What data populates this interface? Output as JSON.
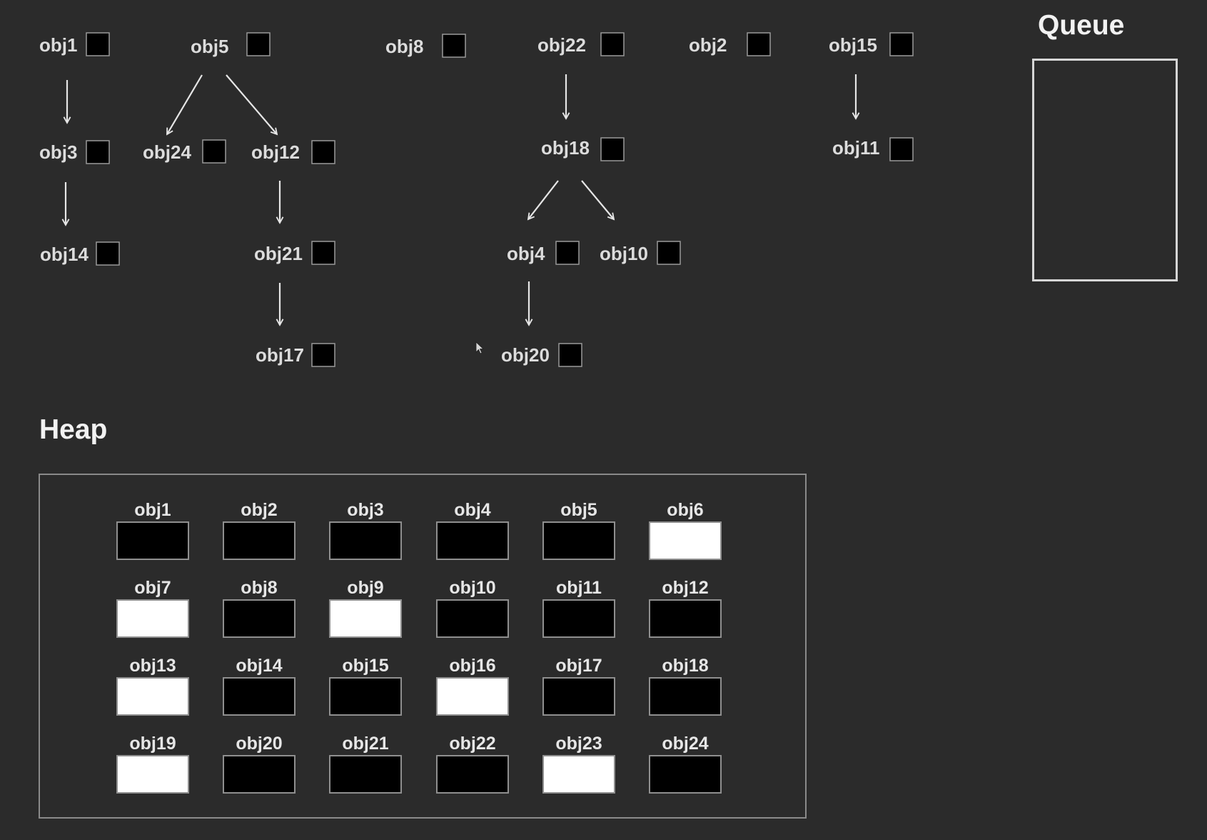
{
  "colors": {
    "background": "#2b2b2b",
    "marked": "#000000",
    "unmarked": "#ffffff",
    "edge": "#e6e6e6"
  },
  "graph": {
    "nodes": [
      {
        "id": "obj1",
        "label": "obj1",
        "color": "#000000"
      },
      {
        "id": "obj3",
        "label": "obj3",
        "color": "#000000"
      },
      {
        "id": "obj14",
        "label": "obj14",
        "color": "#000000"
      },
      {
        "id": "obj5",
        "label": "obj5",
        "color": "#000000"
      },
      {
        "id": "obj24",
        "label": "obj24",
        "color": "#000000"
      },
      {
        "id": "obj12",
        "label": "obj12",
        "color": "#000000"
      },
      {
        "id": "obj21",
        "label": "obj21",
        "color": "#000000"
      },
      {
        "id": "obj17",
        "label": "obj17",
        "color": "#000000"
      },
      {
        "id": "obj8",
        "label": "obj8",
        "color": "#000000"
      },
      {
        "id": "obj22",
        "label": "obj22",
        "color": "#000000"
      },
      {
        "id": "obj18",
        "label": "obj18",
        "color": "#000000"
      },
      {
        "id": "obj4",
        "label": "obj4",
        "color": "#000000"
      },
      {
        "id": "obj10",
        "label": "obj10",
        "color": "#000000"
      },
      {
        "id": "obj20",
        "label": "obj20",
        "color": "#000000"
      },
      {
        "id": "obj2",
        "label": "obj2",
        "color": "#000000"
      },
      {
        "id": "obj15",
        "label": "obj15",
        "color": "#000000"
      },
      {
        "id": "obj11",
        "label": "obj11",
        "color": "#000000"
      }
    ],
    "edges": [
      {
        "from": "obj1",
        "to": "obj3"
      },
      {
        "from": "obj3",
        "to": "obj14"
      },
      {
        "from": "obj5",
        "to": "obj24"
      },
      {
        "from": "obj5",
        "to": "obj12"
      },
      {
        "from": "obj12",
        "to": "obj21"
      },
      {
        "from": "obj21",
        "to": "obj17"
      },
      {
        "from": "obj22",
        "to": "obj18"
      },
      {
        "from": "obj18",
        "to": "obj4"
      },
      {
        "from": "obj18",
        "to": "obj10"
      },
      {
        "from": "obj4",
        "to": "obj20"
      },
      {
        "from": "obj15",
        "to": "obj11"
      }
    ]
  },
  "queue": {
    "title": "Queue",
    "items": []
  },
  "heap": {
    "title": "Heap",
    "cells": [
      {
        "label": "obj1",
        "color": "#000000"
      },
      {
        "label": "obj2",
        "color": "#000000"
      },
      {
        "label": "obj3",
        "color": "#000000"
      },
      {
        "label": "obj4",
        "color": "#000000"
      },
      {
        "label": "obj5",
        "color": "#000000"
      },
      {
        "label": "obj6",
        "color": "#ffffff"
      },
      {
        "label": "obj7",
        "color": "#ffffff"
      },
      {
        "label": "obj8",
        "color": "#000000"
      },
      {
        "label": "obj9",
        "color": "#ffffff"
      },
      {
        "label": "obj10",
        "color": "#000000"
      },
      {
        "label": "obj11",
        "color": "#000000"
      },
      {
        "label": "obj12",
        "color": "#000000"
      },
      {
        "label": "obj13",
        "color": "#ffffff"
      },
      {
        "label": "obj14",
        "color": "#000000"
      },
      {
        "label": "obj15",
        "color": "#000000"
      },
      {
        "label": "obj16",
        "color": "#ffffff"
      },
      {
        "label": "obj17",
        "color": "#000000"
      },
      {
        "label": "obj18",
        "color": "#000000"
      },
      {
        "label": "obj19",
        "color": "#ffffff"
      },
      {
        "label": "obj20",
        "color": "#000000"
      },
      {
        "label": "obj21",
        "color": "#000000"
      },
      {
        "label": "obj22",
        "color": "#000000"
      },
      {
        "label": "obj23",
        "color": "#ffffff"
      },
      {
        "label": "obj24",
        "color": "#000000"
      }
    ]
  }
}
